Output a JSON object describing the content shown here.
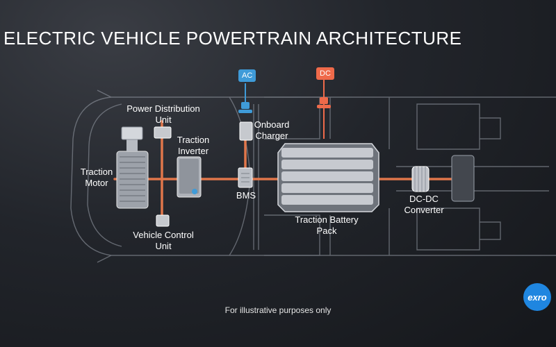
{
  "title": "ELECTRIC VEHICLE POWERTRAIN ARCHITECTURE",
  "tags": {
    "ac": "AC",
    "dc": "DC"
  },
  "components": {
    "pdu": "Power Distribution\nUnit",
    "inverter": "Traction\nInverter",
    "motor": "Traction\nMotor",
    "charger": "Onboard\nCharger",
    "bms": "BMS",
    "battery": "Traction Battery\nPack",
    "dcdc": "DC-DC\nConverter",
    "vcu": "Vehicle Control\nUnit"
  },
  "footnote": "For illustrative purposes only",
  "logo": "exro",
  "colors": {
    "bus": "#e0764a",
    "ac": "#3f9bd8",
    "dc": "#ef6a4a",
    "outline": "#8a8f99",
    "logo": "#1f86e0"
  }
}
